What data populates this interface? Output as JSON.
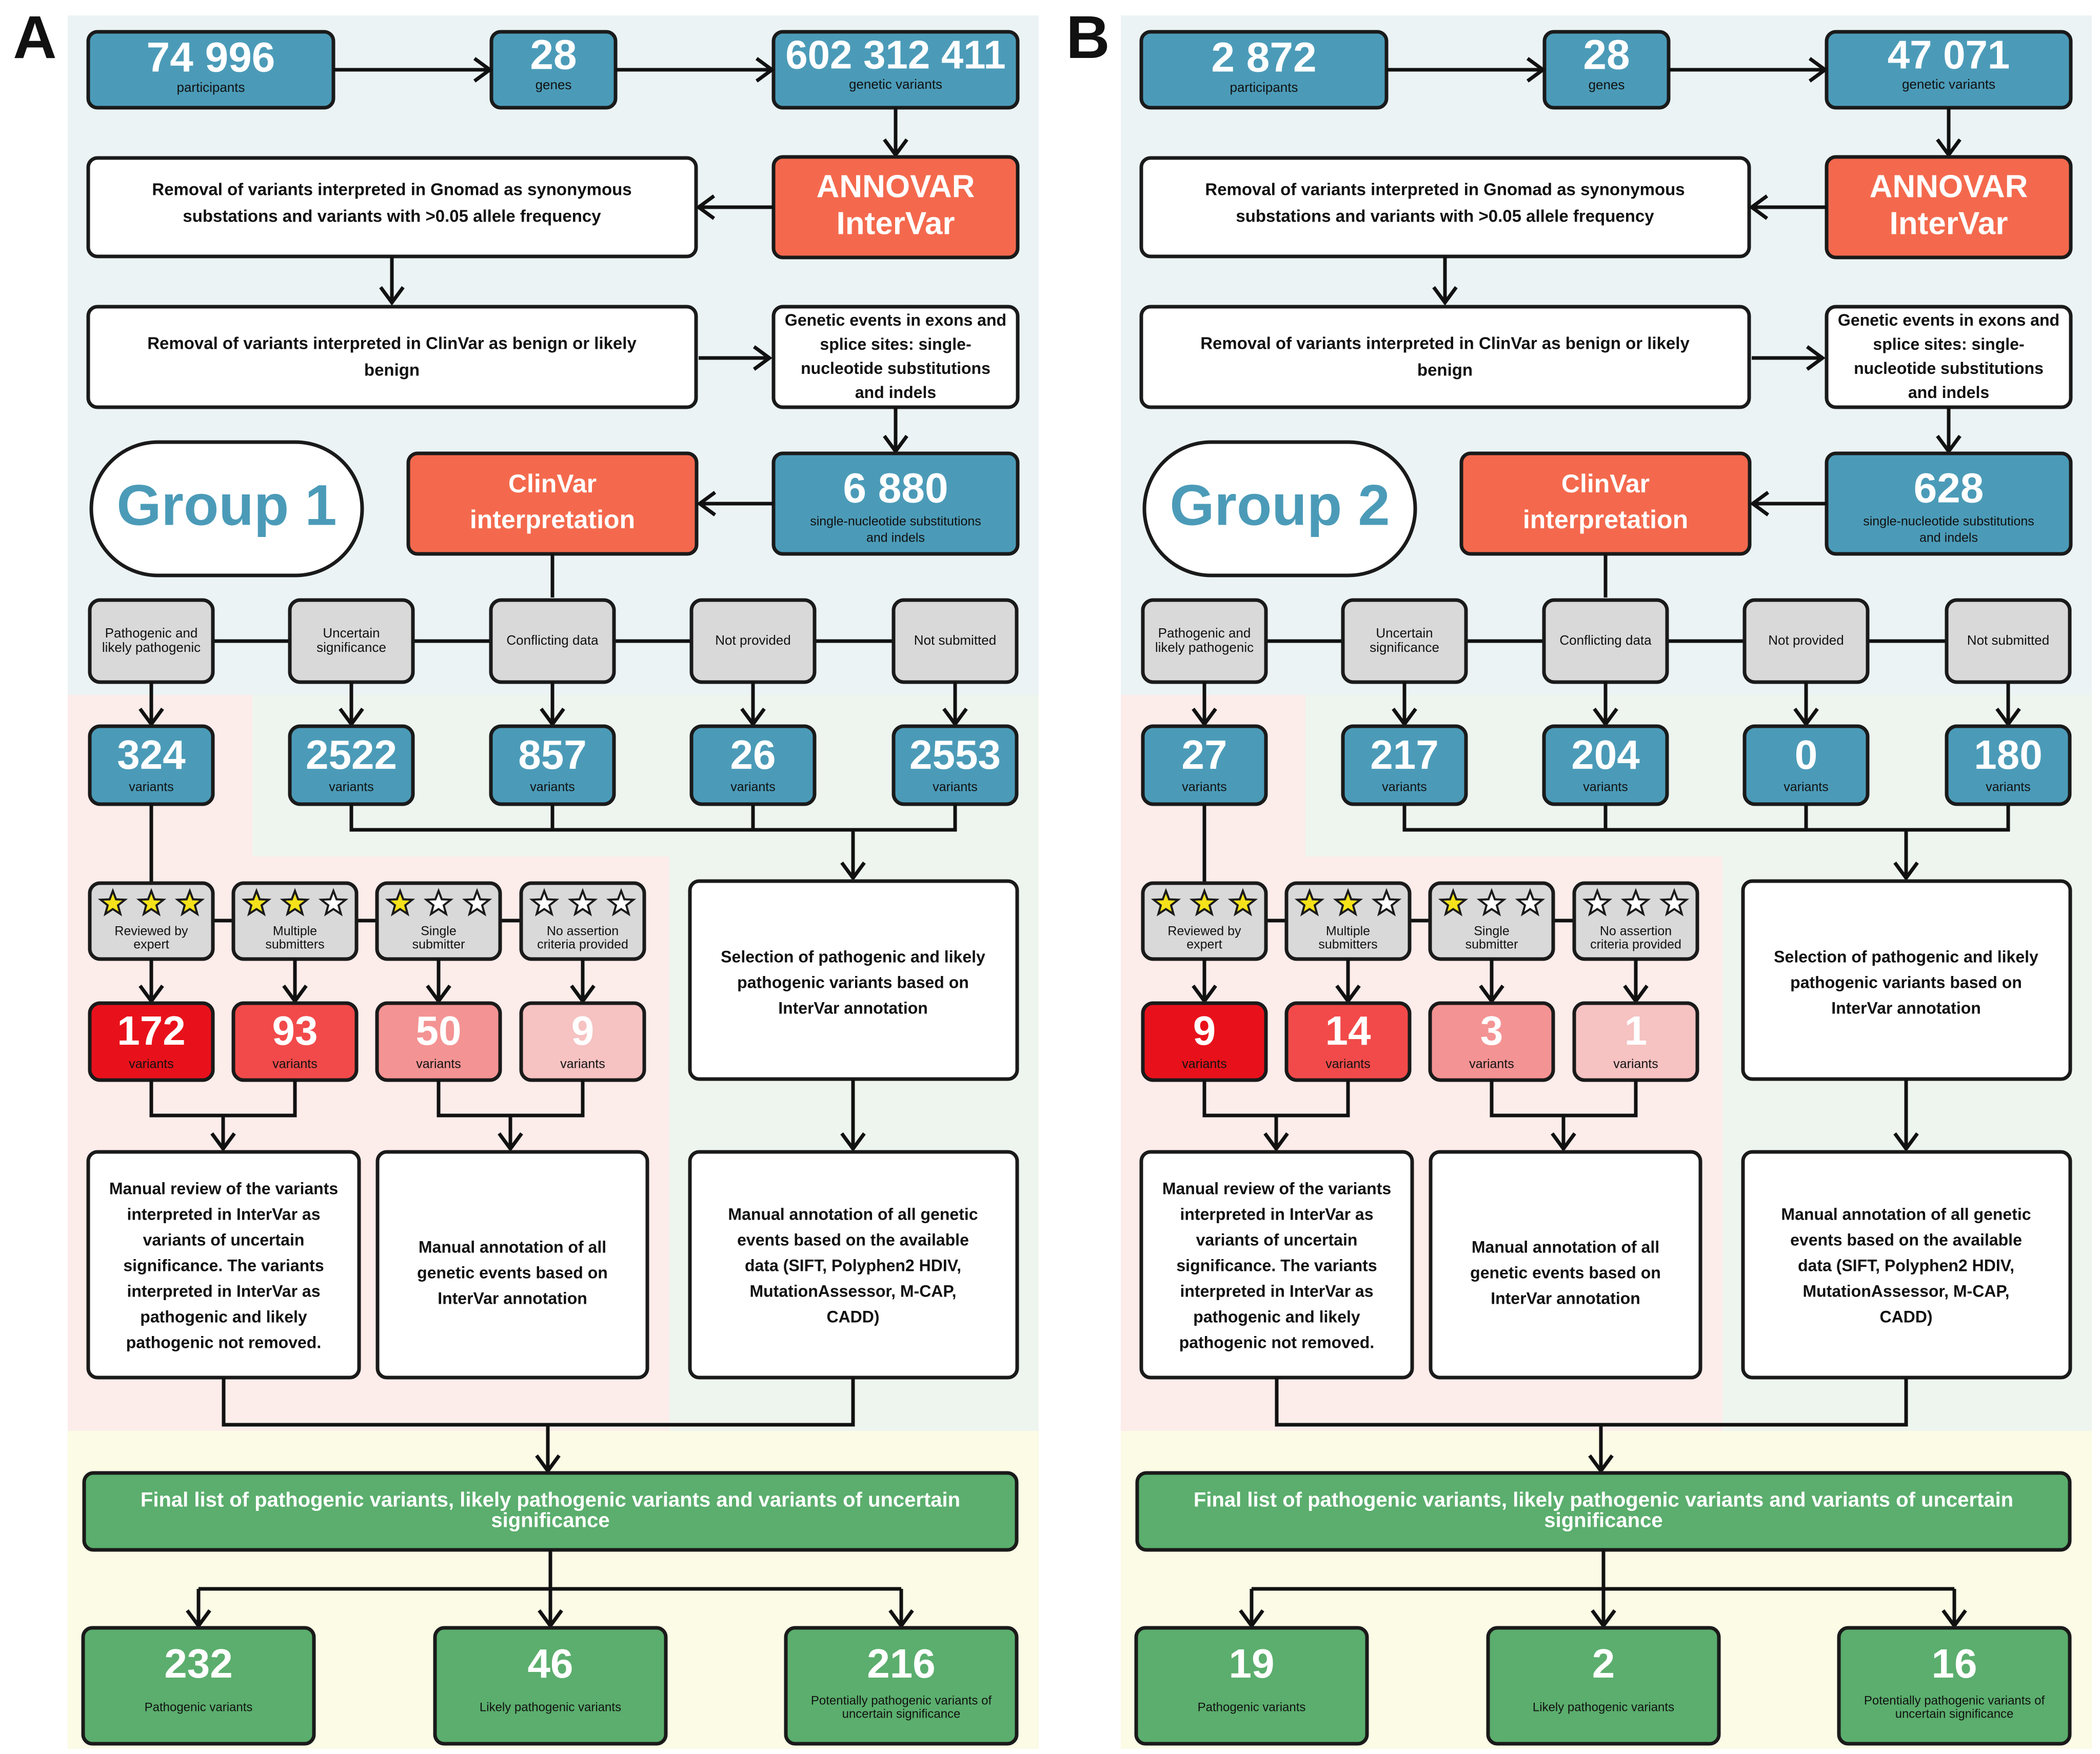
{
  "panels": [
    {
      "letter": "A",
      "group_label": "Group 1",
      "top": {
        "participants": {
          "value": "74 996",
          "label": "participants"
        },
        "genes": {
          "value": "28",
          "label": "genes"
        },
        "variants": {
          "value": "602 312 411",
          "label": "genetic variants"
        }
      },
      "annovar": [
        "ANNOVAR",
        "InterVar"
      ],
      "removal_gnomad": [
        "Removal of variants interpreted in Gnomad as synonymous",
        "substations and variants with >0.05 allele frequency"
      ],
      "removal_clinvar": [
        "Removal of variants interpreted in ClinVar as benign or likely",
        "benign"
      ],
      "genetic_events": [
        "Genetic events in exons and",
        "splice sites: single-",
        "nucleotide substitutions",
        "and indels"
      ],
      "snv_count": {
        "value": "6 880",
        "label": [
          "single-nucleotide substitutions",
          "and indels"
        ]
      },
      "clinvar_interp": [
        "ClinVar",
        "interpretation"
      ],
      "categories": [
        [
          "Pathogenic and",
          "likely pathogenic"
        ],
        [
          "Uncertain",
          "significance"
        ],
        [
          "Conflicting data"
        ],
        [
          "Not provided"
        ],
        [
          "Not submitted"
        ]
      ],
      "category_counts": [
        "324",
        "2522",
        "857",
        "26",
        "2553"
      ],
      "variants_label": "variants",
      "stars": [
        {
          "filled": 3,
          "label": [
            "Reviewed by",
            "expert"
          ]
        },
        {
          "filled": 2,
          "label": [
            "Multiple",
            "submitters"
          ]
        },
        {
          "filled": 1,
          "label": [
            "Single",
            "submitter"
          ]
        },
        {
          "filled": 0,
          "label": [
            "No assertion",
            "criteria provided"
          ]
        }
      ],
      "star_counts": [
        "172",
        "93",
        "50",
        "9"
      ],
      "selection": [
        "Selection of pathogenic and likely",
        "pathogenic variants based on",
        "InterVar annotation"
      ],
      "manual_review": [
        "Manual review of the variants",
        "interpreted in InterVar as",
        "variants of uncertain",
        "significance. The variants",
        "interpreted in InterVar as",
        "pathogenic and likely",
        "pathogenic not removed."
      ],
      "manual_annot_intervar": [
        "Manual annotation of all",
        "genetic events based on",
        "InterVar annotation"
      ],
      "manual_annot_all": [
        "Manual annotation of all genetic",
        "events based on the available",
        "data (SIFT, Polyphen2 HDIV,",
        "MutationAssessor, M-CAP,",
        "CADD)"
      ],
      "final_list": [
        "Final list of pathogenic variants, likely pathogenic variants and variants of uncertain",
        "significance"
      ],
      "results": [
        {
          "value": "232",
          "label": [
            "Pathogenic variants"
          ]
        },
        {
          "value": "46",
          "label": [
            "Likely pathogenic variants"
          ]
        },
        {
          "value": "216",
          "label": [
            "Potentially pathogenic variants of",
            "uncertain significance"
          ]
        }
      ]
    },
    {
      "letter": "B",
      "group_label": "Group 2",
      "top": {
        "participants": {
          "value": "2 872",
          "label": "participants"
        },
        "genes": {
          "value": "28",
          "label": "genes"
        },
        "variants": {
          "value": "47 071",
          "label": "genetic variants"
        }
      },
      "annovar": [
        "ANNOVAR",
        "InterVar"
      ],
      "removal_gnomad": [
        "Removal of variants interpreted in Gnomad as synonymous",
        "substations and variants with >0.05 allele frequency"
      ],
      "removal_clinvar": [
        "Removal of variants interpreted in ClinVar as benign or likely",
        "benign"
      ],
      "genetic_events": [
        "Genetic events in exons and",
        "splice sites: single-",
        "nucleotide substitutions",
        "and indels"
      ],
      "snv_count": {
        "value": "628",
        "label": [
          "single-nucleotide substitutions",
          "and indels"
        ]
      },
      "clinvar_interp": [
        "ClinVar",
        "interpretation"
      ],
      "categories": [
        [
          "Pathogenic and",
          "likely pathogenic"
        ],
        [
          "Uncertain",
          "significance"
        ],
        [
          "Conflicting data"
        ],
        [
          "Not provided"
        ],
        [
          "Not submitted"
        ]
      ],
      "category_counts": [
        "27",
        "217",
        "204",
        "0",
        "180"
      ],
      "variants_label": "variants",
      "stars": [
        {
          "filled": 3,
          "label": [
            "Reviewed by",
            "expert"
          ]
        },
        {
          "filled": 2,
          "label": [
            "Multiple",
            "submitters"
          ]
        },
        {
          "filled": 1,
          "label": [
            "Single",
            "submitter"
          ]
        },
        {
          "filled": 0,
          "label": [
            "No assertion",
            "criteria provided"
          ]
        }
      ],
      "star_counts": [
        "9",
        "14",
        "3",
        "1"
      ],
      "selection": [
        "Selection of pathogenic and likely",
        "pathogenic variants based on",
        "InterVar annotation"
      ],
      "manual_review": [
        "Manual review of the variants",
        "interpreted in InterVar as",
        "variants of uncertain",
        "significance. The variants",
        "interpreted in InterVar as",
        "pathogenic and likely",
        "pathogenic not removed."
      ],
      "manual_annot_intervar": [
        "Manual annotation of all",
        "genetic events based on",
        "InterVar annotation"
      ],
      "manual_annot_all": [
        "Manual annotation of all genetic",
        "events based on the available",
        "data (SIFT, Polyphen2 HDIV,",
        "MutationAssessor, M-CAP,",
        "CADD)"
      ],
      "final_list": [
        "Final list of pathogenic variants, likely pathogenic variants and variants of uncertain",
        "significance"
      ],
      "results": [
        {
          "value": "19",
          "label": [
            "Pathogenic variants"
          ]
        },
        {
          "value": "2",
          "label": [
            "Likely pathogenic variants"
          ]
        },
        {
          "value": "16",
          "label": [
            "Potentially pathogenic variants of",
            "uncertain significance"
          ]
        }
      ]
    }
  ]
}
